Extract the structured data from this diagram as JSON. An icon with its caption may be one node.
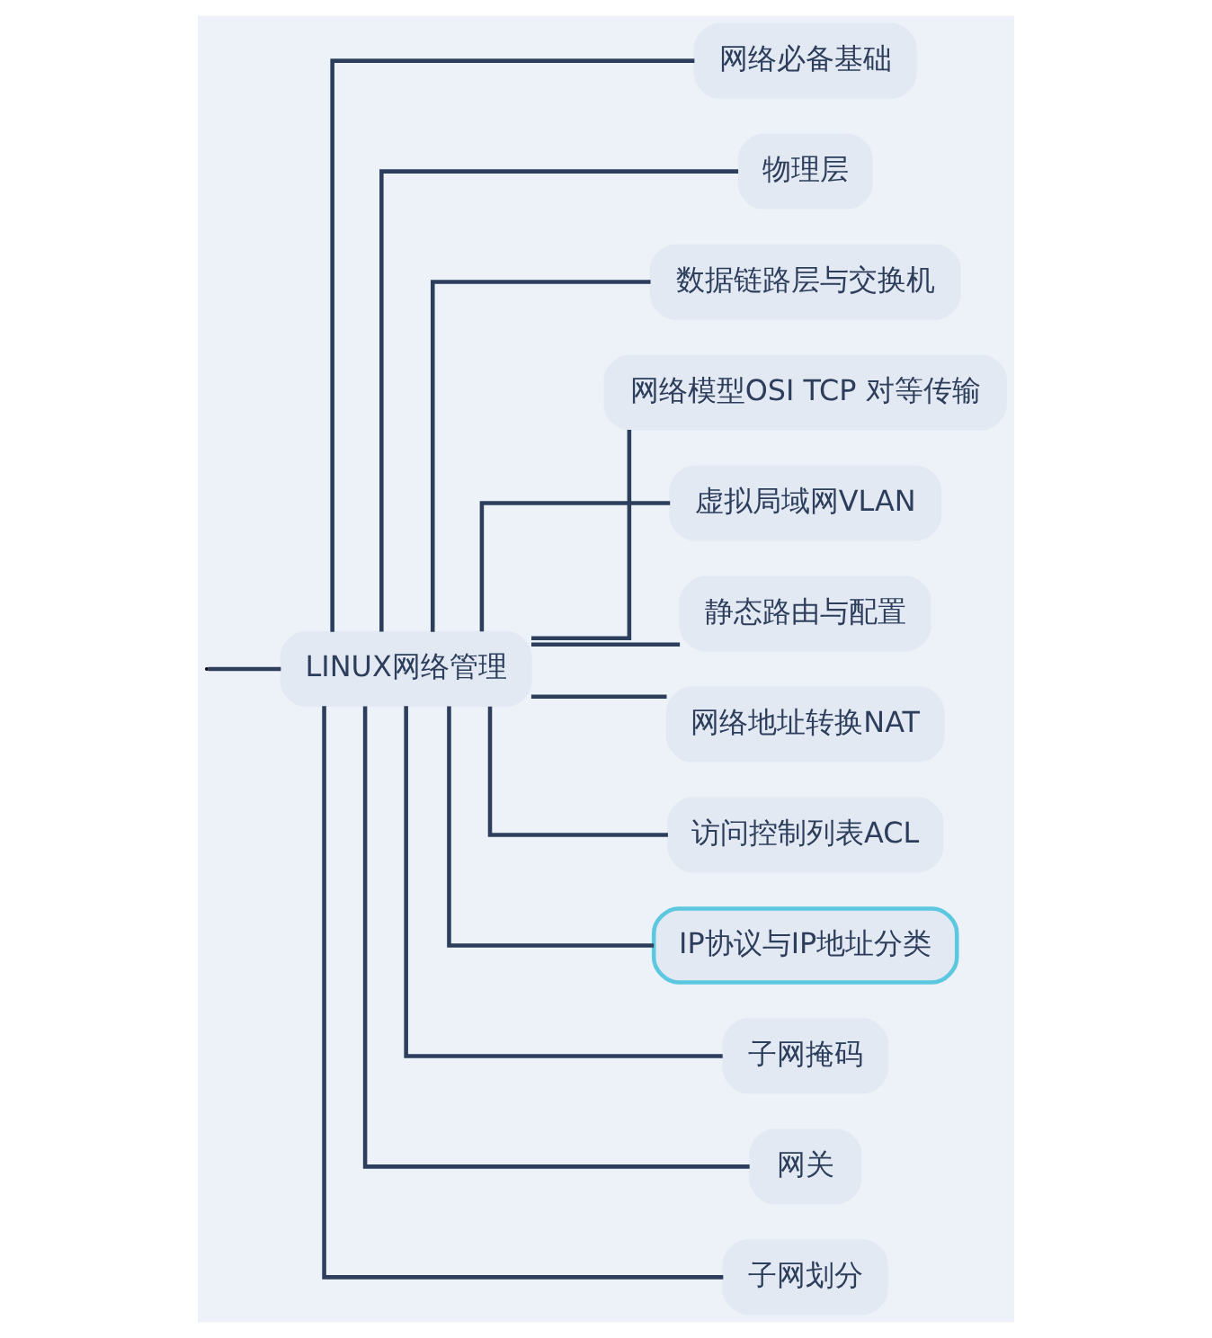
{
  "diagram": {
    "nodes": [
      {
        "text": [
          "LINUX网络管理"
        ]
      },
      {
        "text": [
          "网络必备基础"
        ]
      },
      {
        "text": [
          "物理层"
        ]
      },
      {
        "text": [
          "数据链路层与交换机"
        ]
      },
      {
        "text": [
          "网络模型OSI TCP 对等传输"
        ]
      },
      {
        "text": [
          "虚拟局域网VLAN"
        ]
      },
      {
        "text": [
          "静态路由与配置"
        ]
      },
      {
        "text": [
          "网络地址转换NAT"
        ]
      },
      {
        "text": [
          "访问控制列表ACL"
        ]
      },
      {
        "text": [
          "IP协议与IP地址分类"
        ]
      },
      {
        "text": [
          "子网掩码"
        ]
      },
      {
        "text": [
          "网关"
        ]
      },
      {
        "text": [
          "子网划分"
        ]
      }
    ],
    "edges": [
      {
        "from": null,
        "to": 0,
        "arrow": "none"
      },
      {
        "from": 0,
        "to": 1,
        "arrow": "none"
      },
      {
        "from": 0,
        "to": 2,
        "arrow": "none"
      },
      {
        "from": 0,
        "to": 3,
        "arrow": "none"
      },
      {
        "from": 0,
        "to": 4,
        "arrow": "none"
      },
      {
        "from": 0,
        "to": 5,
        "arrow": "none"
      },
      {
        "from": 0,
        "to": 6,
        "arrow": "none"
      },
      {
        "from": 0,
        "to": 7,
        "arrow": "none"
      },
      {
        "from": 0,
        "to": 8,
        "arrow": "none"
      },
      {
        "from": 0,
        "to": 9,
        "arrow": "none"
      },
      {
        "from": 0,
        "to": 10,
        "arrow": "none"
      },
      {
        "from": 0,
        "to": 11,
        "arrow": "none"
      },
      {
        "from": 0,
        "to": 12,
        "arrow": "none"
      }
    ]
  }
}
